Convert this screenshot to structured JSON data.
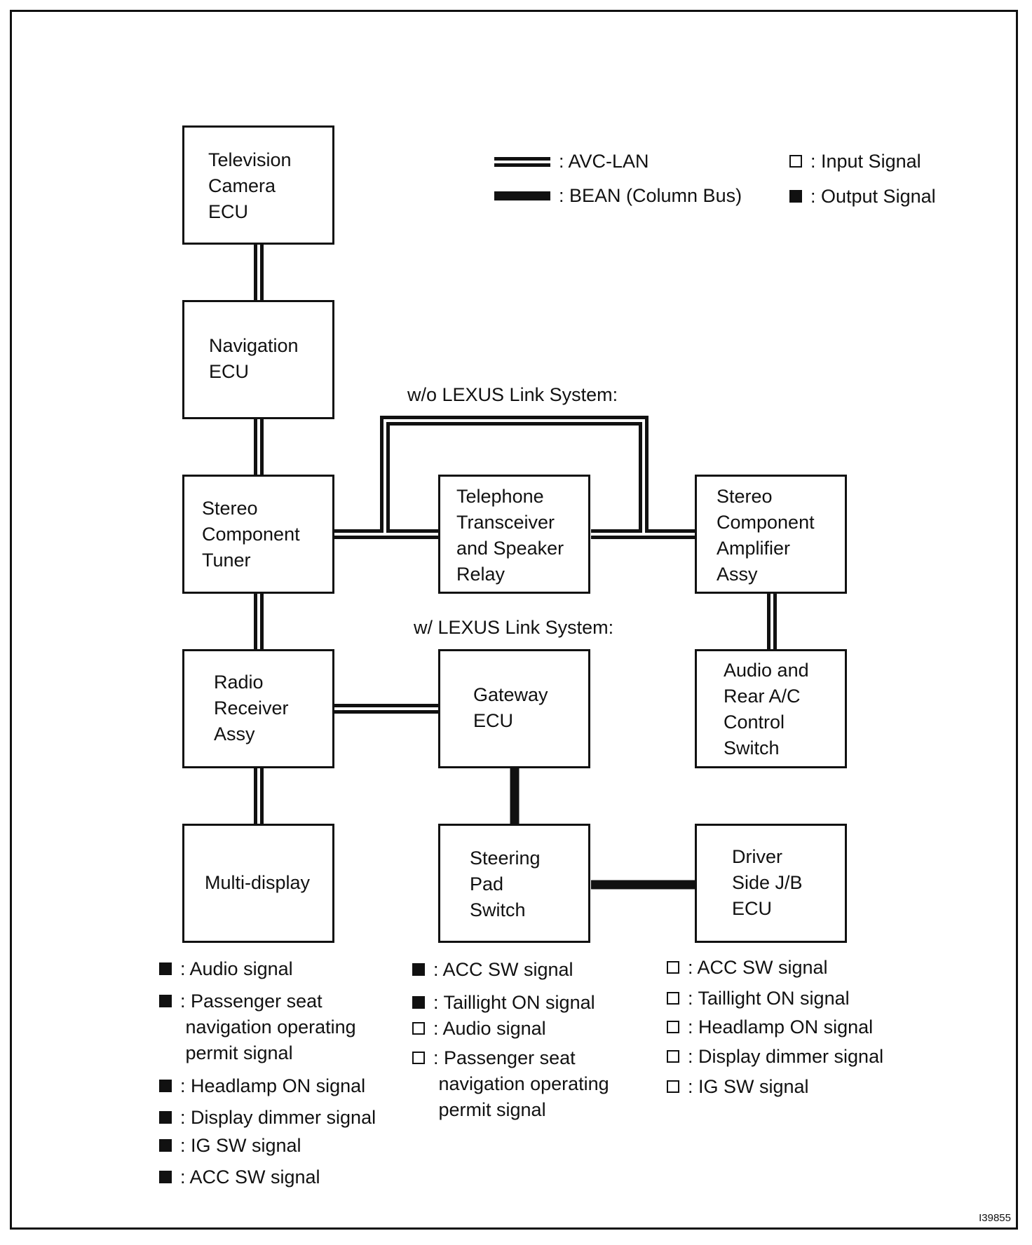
{
  "diagram": {
    "line_legend": [
      {
        "style": "double",
        "text": ": AVC-LAN"
      },
      {
        "style": "thick",
        "text": ": BEAN (Column Bus)"
      }
    ],
    "signal_legend": [
      {
        "symbol": "open",
        "text": ": Input Signal"
      },
      {
        "symbol": "filled",
        "text": ": Output Signal"
      }
    ],
    "components": {
      "tv_camera": "Television\nCamera\nECU",
      "navigation": "Navigation\nECU",
      "tuner": "Stereo\nComponent\nTuner",
      "telephone": "Telephone\nTransceiver\nand Speaker\nRelay",
      "amplifier": "Stereo\nComponent\nAmplifier\nAssy",
      "radio": "Radio\nReceiver\nAssy",
      "gateway": "Gateway\nECU",
      "audio_ac": "Audio and\nRear A/C\nControl\nSwitch",
      "multi_display": "Multi-display",
      "steering_pad": "Steering\nPad\nSwitch",
      "driver_jb": "Driver\nSide J/B\nECU"
    },
    "annotations": {
      "without_lexus": "w/o LEXUS Link System:",
      "with_lexus": "w/ LEXUS Link System:"
    },
    "signals": {
      "multi_display": [
        {
          "symbol": "filled",
          "text": ": Audio signal"
        },
        {
          "symbol": "filled",
          "text": ": Passenger seat\n navigation operating\n permit signal"
        },
        {
          "symbol": "filled",
          "text": ": Headlamp ON signal"
        },
        {
          "symbol": "filled",
          "text": ": Display dimmer signal"
        },
        {
          "symbol": "filled",
          "text": ": IG SW signal"
        },
        {
          "symbol": "filled",
          "text": ": ACC SW signal"
        }
      ],
      "steering_pad": [
        {
          "symbol": "filled",
          "text": ": ACC SW signal"
        },
        {
          "symbol": "filled",
          "text": ": Taillight ON signal"
        },
        {
          "symbol": "open",
          "text": ": Audio signal"
        },
        {
          "symbol": "open",
          "text": ": Passenger seat\n navigation operating\n permit signal"
        }
      ],
      "driver_jb": [
        {
          "symbol": "open",
          "text": ": ACC SW signal"
        },
        {
          "symbol": "open",
          "text": ": Taillight ON signal"
        },
        {
          "symbol": "open",
          "text": ": Headlamp ON signal"
        },
        {
          "symbol": "open",
          "text": ": Display dimmer signal"
        },
        {
          "symbol": "open",
          "text": ": IG SW signal"
        }
      ]
    },
    "figure_id": "I39855"
  }
}
